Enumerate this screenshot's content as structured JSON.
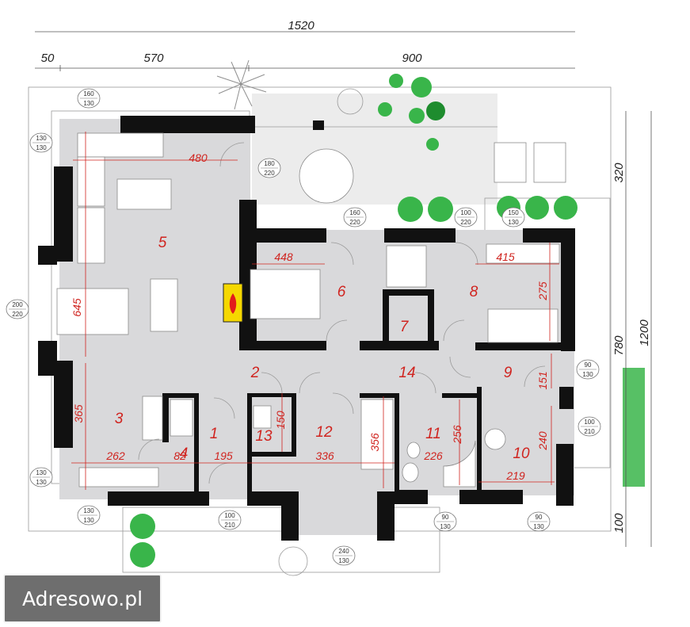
{
  "overall_dimensions": {
    "total_width": "1520",
    "left_margin": "50",
    "left_section": "570",
    "right_section": "900"
  },
  "right_dimensions": {
    "upper": "320",
    "middle": "780",
    "total": "1200",
    "lower": "100"
  },
  "room_numbers": [
    "1",
    "2",
    "3",
    "4",
    "5",
    "6",
    "7",
    "8",
    "9",
    "10",
    "11",
    "12",
    "13",
    "14"
  ],
  "room_dimensions": {
    "r5_width": "480",
    "r5_height": "645",
    "r6_width": "448",
    "r8_width": "415",
    "r8_height": "275",
    "r3_height": "365",
    "r3_width": "262",
    "r4_width": "82",
    "r1_width": "195",
    "r12_width": "336",
    "r12_height": "356",
    "r13_height": "150",
    "r11_width": "226",
    "r11_height": "256",
    "r9_height": "151",
    "r10_height": "240",
    "r10_width": "219"
  },
  "openings": [
    {
      "top": "160",
      "bottom": "130"
    },
    {
      "top": "130",
      "bottom": "130"
    },
    {
      "top": "180",
      "bottom": "220"
    },
    {
      "top": "160",
      "bottom": "220"
    },
    {
      "top": "100",
      "bottom": "220"
    },
    {
      "top": "150",
      "bottom": "130"
    },
    {
      "top": "200",
      "bottom": "220"
    },
    {
      "top": "90",
      "bottom": "130"
    },
    {
      "top": "100",
      "bottom": "210"
    },
    {
      "top": "130",
      "bottom": "130"
    },
    {
      "top": "130",
      "bottom": "130"
    },
    {
      "top": "100",
      "bottom": "210"
    },
    {
      "top": "90",
      "bottom": "130"
    },
    {
      "top": "90",
      "bottom": "130"
    },
    {
      "top": "240",
      "bottom": "130"
    }
  ],
  "watermark": "Adresowo.pl",
  "colors": {
    "wall": "#111111",
    "floor": "#d9d9db",
    "dimension_red": "#d0241f",
    "plant_green": "#39b54a"
  },
  "icons": [
    "fireplace-icon",
    "palm-plant-icon",
    "shrub-icon",
    "door-swing-icon"
  ]
}
